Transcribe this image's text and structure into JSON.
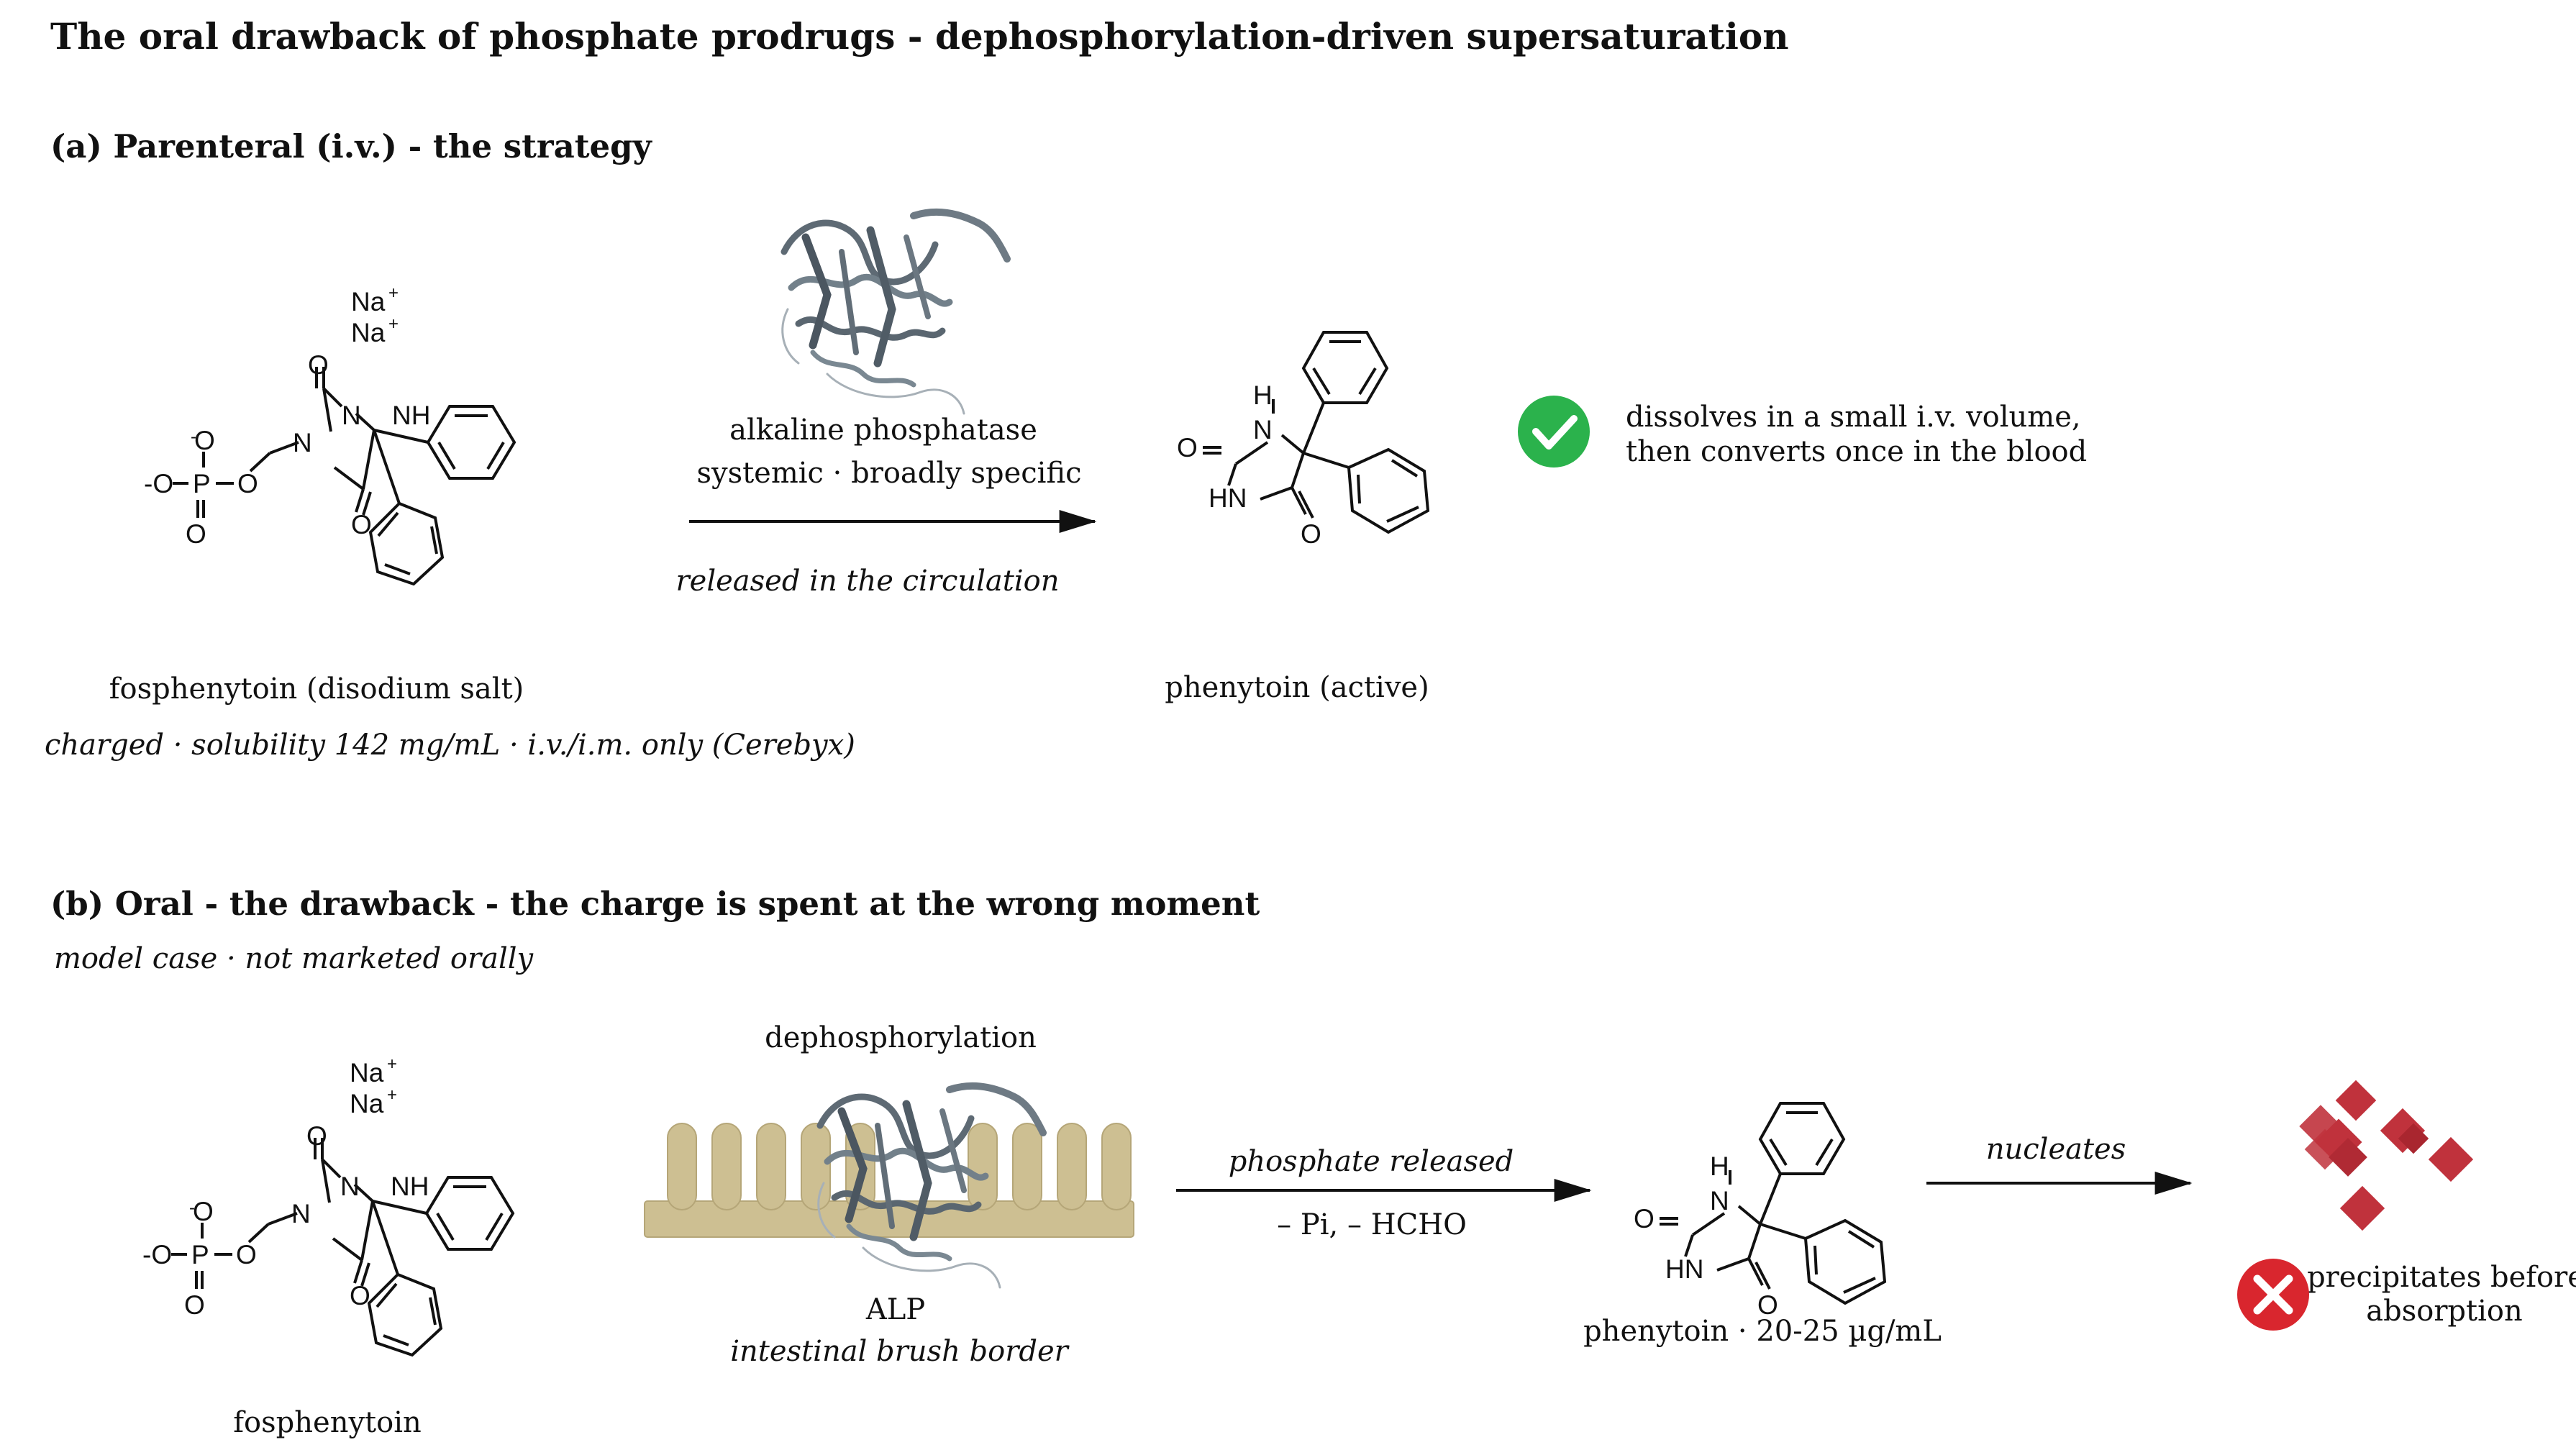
{
  "title": "The oral drawback of phosphate prodrugs - dephosphorylation-driven supersaturation",
  "panel_a": {
    "heading": "(a) Parenteral (i.v.) - the strategy",
    "reactant_name": "fosphenytoin (disodium salt)",
    "reactant_note": "charged · solubility 142 mg/mL · i.v./i.m. only (Cerebyx)",
    "enzyme_line1": "alkaline phosphatase",
    "enzyme_line2": "systemic · broadly specific",
    "arrow_below": "released in the circulation",
    "product_name": "phenytoin (active)",
    "outcome_line1": "dissolves in a small i.v. volume,",
    "outcome_line2": "then converts once in the blood",
    "outcome_icon": "check-circle-icon",
    "outcome_color": "#2bb24c"
  },
  "panel_b": {
    "heading": "(b) Oral - the drawback  - the charge is spent at the wrong moment",
    "subheading": "model case · not marketed orally",
    "reactant_name": "fosphenytoin",
    "enzyme_top": "dephosphorylation",
    "enzyme_name": "ALP",
    "enzyme_site": "intestinal brush border",
    "arrow1_above": "phosphate released",
    "arrow1_below": "– Pi, – HCHO",
    "product_name": "phenytoin · 20-25 µg/mL",
    "arrow2_above": "nucleates",
    "outcome_line1": "precipitates before",
    "outcome_line2": "absorption",
    "outcome_icon": "x-circle-icon",
    "outcome_color": "#d9262e",
    "crystal_color": "#c0323c",
    "villi_color": "#cdbf92"
  },
  "chem": {
    "O": "O",
    "N": "N",
    "NH": "NH",
    "HN": "HN",
    "H": "H",
    "P": "P",
    "Na": "Na",
    "plus": "+",
    "minus": "-",
    "O_minus": "-O",
    "amp": "O"
  }
}
